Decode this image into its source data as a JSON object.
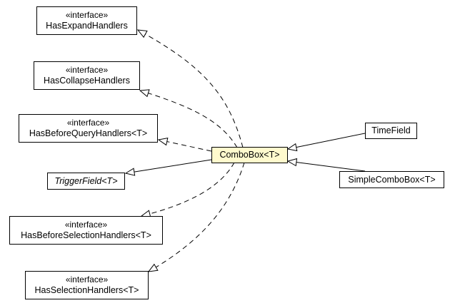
{
  "diagram": {
    "nodes": {
      "has_expand": {
        "stereotype": "«interface»",
        "name": "HasExpandHandlers"
      },
      "has_collapse": {
        "stereotype": "«interface»",
        "name": "HasCollapseHandlers"
      },
      "has_before_query": {
        "stereotype": "«interface»",
        "name": "HasBeforeQueryHandlers<T>"
      },
      "trigger_field": {
        "name": "TriggerField<T>",
        "abstract": true
      },
      "has_before_selection": {
        "stereotype": "«interface»",
        "name": "HasBeforeSelectionHandlers<T>"
      },
      "has_selection": {
        "stereotype": "«interface»",
        "name": "HasSelectionHandlers<T>"
      },
      "combo_box": {
        "name": "ComboBox<T>",
        "highlighted": true
      },
      "time_field": {
        "name": "TimeField"
      },
      "simple_combo_box": {
        "name": "SimpleComboBox<T>"
      }
    },
    "edges": [
      {
        "from": "combo_box",
        "to": "has_expand",
        "kind": "realization"
      },
      {
        "from": "combo_box",
        "to": "has_collapse",
        "kind": "realization"
      },
      {
        "from": "combo_box",
        "to": "has_before_query",
        "kind": "realization"
      },
      {
        "from": "combo_box",
        "to": "trigger_field",
        "kind": "generalization"
      },
      {
        "from": "combo_box",
        "to": "has_before_selection",
        "kind": "realization"
      },
      {
        "from": "combo_box",
        "to": "has_selection",
        "kind": "realization"
      },
      {
        "from": "time_field",
        "to": "combo_box",
        "kind": "generalization"
      },
      {
        "from": "simple_combo_box",
        "to": "combo_box",
        "kind": "generalization"
      }
    ],
    "colors": {
      "highlight_fill": "#fffacd",
      "line": "#000000"
    }
  }
}
